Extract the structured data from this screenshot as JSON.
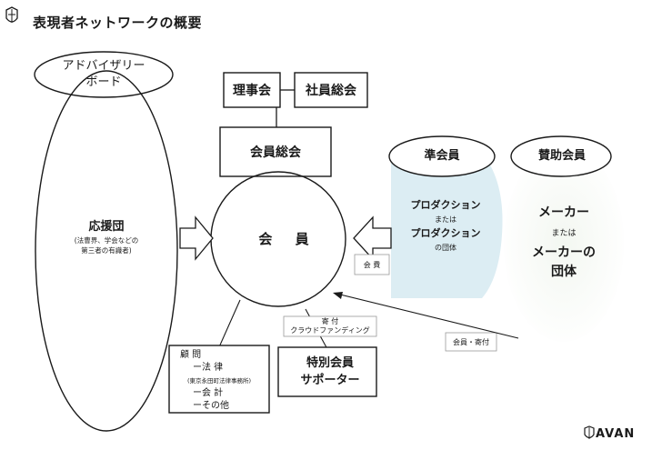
{
  "title": "表現者ネットワークの概要",
  "advisory_board": {
    "line1": "アドバイザリー",
    "line2": "ボード"
  },
  "support_group": {
    "name": "応援団",
    "desc1": "(法曹界、学会などの",
    "desc2": "第三者の有識者)"
  },
  "board": {
    "directors": "理事会",
    "staff_meeting": "社員総会",
    "general_meeting": "会員総会"
  },
  "member": "会 員",
  "associate": {
    "title": "準会員",
    "line1": "プロダクション",
    "line2": "または",
    "line3": "プロダクション",
    "line4": "の団体",
    "fee_label": "会 費"
  },
  "supporting_member": {
    "title": "賛助会員",
    "line1": "メーカー",
    "line2": "または",
    "line3": "メーカーの",
    "line4": "団体",
    "fee_label": "会員・寄付"
  },
  "donation": {
    "line1": "寄 付",
    "line2": "クラウドファンディング"
  },
  "advisors": {
    "heading": "顧 問",
    "item1": "ー法 律",
    "item1_note": "(東京永田町法律事務所)",
    "item2": "ー会 計",
    "item3": "ーその他"
  },
  "special_supporter": {
    "line1": "特別会員",
    "line2": "サポーター"
  },
  "logo": "AVAN",
  "colors": {
    "associate_fill": "#dcedf3",
    "supporting_fill": "#f6f9f4",
    "stroke": "#1a1a1a"
  },
  "icons": [
    "crest-icon",
    "shield-logo-icon"
  ]
}
